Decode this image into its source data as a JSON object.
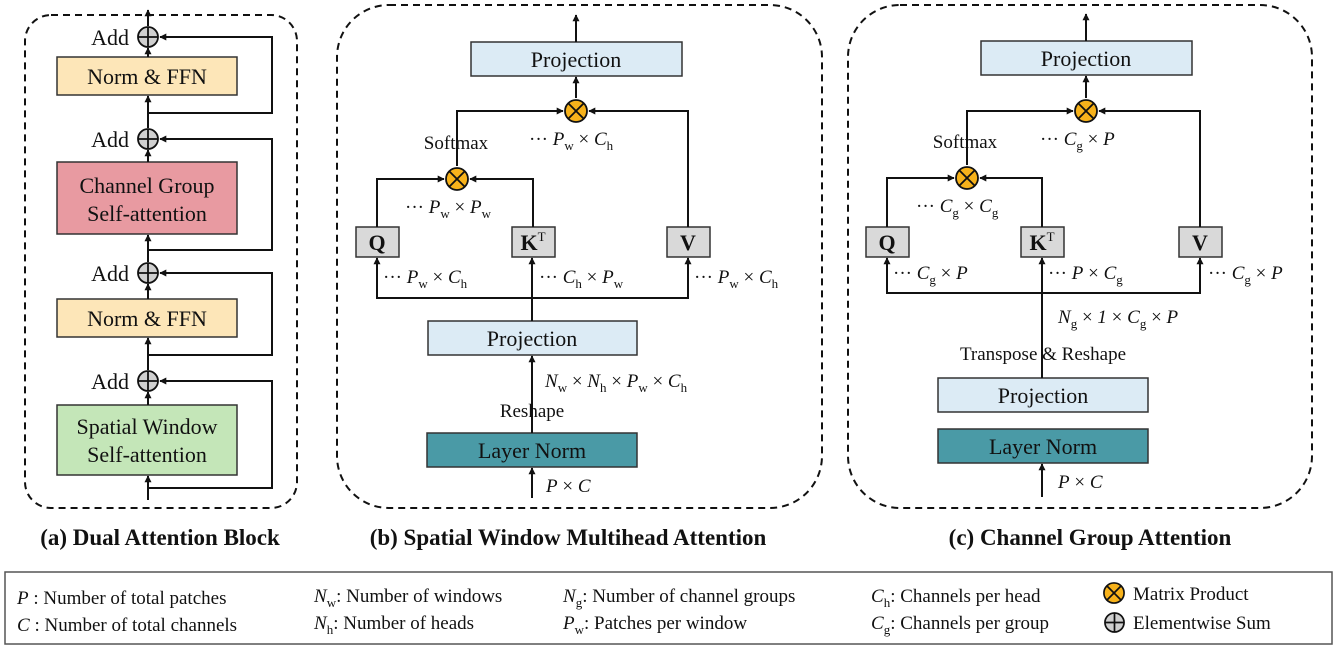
{
  "captions": {
    "a": "(a) Dual Attention Block",
    "b": "(b) Spatial Window Multihead Attention",
    "c": "(c) Channel Group Attention"
  },
  "panel_a": {
    "add": "Add",
    "norm_ffn": "Norm & FFN",
    "channel_group_line1": "Channel Group",
    "channel_group_line2": "Self-attention",
    "spatial_window_line1": "Spatial Window",
    "spatial_window_line2": "Self-attention",
    "colors": {
      "ffn": "#fde6b8",
      "channel": "#e89aa1",
      "spatial": "#c4e6b8"
    }
  },
  "panel_b": {
    "projection_top": "Projection",
    "softmax": "Softmax",
    "q": "Q",
    "k": "K",
    "k_sup": "T",
    "v": "V",
    "projection_mid": "Projection",
    "reshape": "Reshape",
    "layer_norm": "Layer Norm",
    "dims": {
      "out": {
        "lead": "··· ",
        "a": "P",
        "a_sub": "w",
        "op": " × ",
        "b": "C",
        "b_sub": "h"
      },
      "attn": {
        "lead": "··· ",
        "a": "P",
        "a_sub": "w",
        "op": " × ",
        "b": "P",
        "b_sub": "w"
      },
      "q": {
        "lead": "··· ",
        "a": "P",
        "a_sub": "w",
        "op": " × ",
        "b": "C",
        "b_sub": "h"
      },
      "k": {
        "lead": "··· ",
        "a": "C",
        "a_sub": "h",
        "op": " × ",
        "b": "P",
        "b_sub": "w"
      },
      "v": {
        "lead": "··· ",
        "a": "P",
        "a_sub": "w",
        "op": " × ",
        "b": "C",
        "b_sub": "h"
      },
      "reshape": {
        "n1": "N",
        "n1_sub": "w",
        "n2": "N",
        "n2_sub": "h",
        "n3": "P",
        "n3_sub": "w",
        "n4": "C",
        "n4_sub": "h",
        "op": " × "
      },
      "input": {
        "a": "P",
        "op": " × ",
        "b": "C"
      }
    }
  },
  "panel_c": {
    "projection_top": "Projection",
    "softmax": "Softmax",
    "q": "Q",
    "k": "K",
    "k_sup": "T",
    "v": "V",
    "transpose_reshape": "Transpose & Reshape",
    "projection_mid": "Projection",
    "layer_norm": "Layer Norm",
    "dims": {
      "out": {
        "lead": "··· ",
        "a": "C",
        "a_sub": "g",
        "op": " × ",
        "b": "P"
      },
      "attn": {
        "lead": "··· ",
        "a": "C",
        "a_sub": "g",
        "op": " × ",
        "b": "C",
        "b_sub": "g"
      },
      "q": {
        "lead": "··· ",
        "a": "C",
        "a_sub": "g",
        "op": " × ",
        "b": "P"
      },
      "k": {
        "lead": "··· ",
        "a": "P",
        "op": " × ",
        "b": "C",
        "b_sub": "g"
      },
      "v": {
        "lead": "··· ",
        "a": "C",
        "a_sub": "g",
        "op": " × ",
        "b": "P"
      },
      "reshape": {
        "n1": "N",
        "n1_sub": "g",
        "one": "1",
        "c": "C",
        "c_sub": "g",
        "p": "P",
        "op": " × "
      },
      "input": {
        "a": "P",
        "op": " × ",
        "b": "C"
      }
    }
  },
  "colors": {
    "proj": "#dcebf5",
    "layernorm": "#4a9aa6",
    "product": "#f7b21b",
    "qkv": "#d9d9d9"
  },
  "legend": {
    "p_sym": "P",
    "p_text": " : Number of total patches",
    "c_sym": "C",
    "c_text": " : Number of  total channels",
    "nw_sym": "N",
    "nw_sub": "w",
    "nw_text": ": Number of windows",
    "nh_sym": "N",
    "nh_sub": "h",
    "nh_text": ": Number of heads",
    "ng_sym": "N",
    "ng_sub": "g",
    "ng_text": ": Number of channel groups",
    "pw_sym": "P",
    "pw_sub": "w",
    "pw_text": ": Patches per window",
    "ch_sym": "C",
    "ch_sub": "h",
    "ch_text": ": Channels per head",
    "cg_sym": "C",
    "cg_sub": "g",
    "cg_text": ": Channels per group",
    "matrix_product": "Matrix Product",
    "elementwise_sum": "Elementwise Sum"
  }
}
